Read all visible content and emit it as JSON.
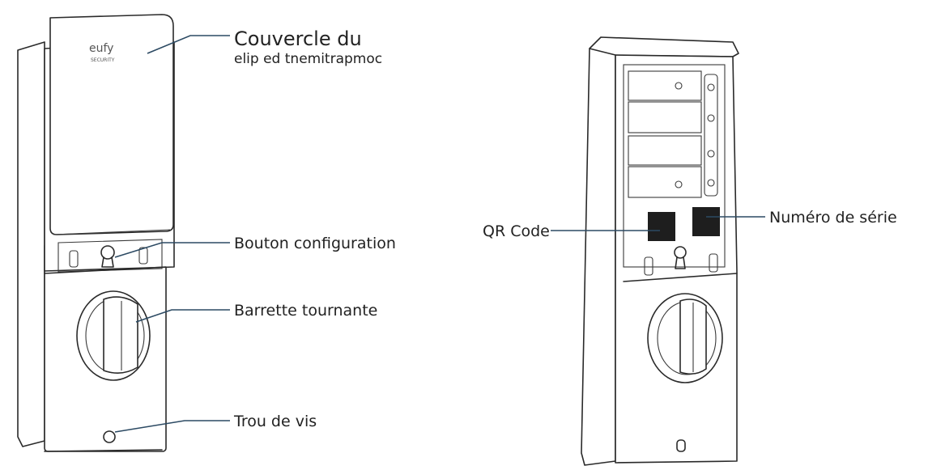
{
  "labels": {
    "cover_line1": "Couvercle du",
    "cover_line2": "elip ed tnemitrapmoc",
    "setup_button": "Bouton configuration",
    "thumb_turn": "Barrette tournante",
    "screw_hole": "Trou de vis",
    "qr_code": "QR Code",
    "serial_number": "Numéro de série"
  },
  "logo": {
    "brand": "eufy",
    "sub": "SECURITY"
  },
  "colors": {
    "leader": "#2c4a63",
    "outline": "#2a2a2a",
    "code_block": "#1e1e1e"
  }
}
